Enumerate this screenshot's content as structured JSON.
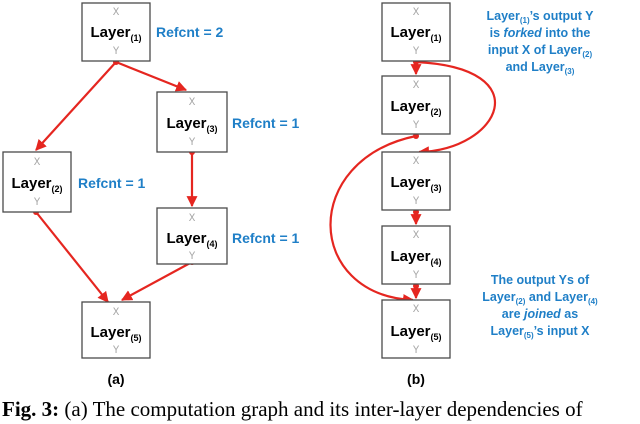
{
  "layer_word": "Layer",
  "port_in": "X",
  "port_out": "Y",
  "panel_a": {
    "label": "(a)",
    "layers": [
      {
        "sub": "(1)",
        "refcnt": "Refcnt = 2"
      },
      {
        "sub": "(2)",
        "refcnt": "Refcnt = 1"
      },
      {
        "sub": "(3)",
        "refcnt": "Refcnt = 1"
      },
      {
        "sub": "(4)",
        "refcnt": "Refcnt = 1"
      },
      {
        "sub": "(5)",
        "refcnt": ""
      }
    ]
  },
  "panel_b": {
    "label": "(b)",
    "layers": [
      {
        "sub": "(1)"
      },
      {
        "sub": "(2)"
      },
      {
        "sub": "(3)"
      },
      {
        "sub": "(4)"
      },
      {
        "sub": "(5)"
      }
    ],
    "fork_note": {
      "l1a": "Layer",
      "l1s": "(1)",
      "l1b": "’s output Y",
      "l2a": "is ",
      "l2i": "forked",
      "l2b": " into the",
      "l3a": "input X of Layer",
      "l3s": "(2)",
      "l4a": "and Layer",
      "l4s": "(3)"
    },
    "join_note": {
      "l1": "The output Ys of",
      "l2a": "Layer",
      "l2s": "(2)",
      "l2b": " and Layer",
      "l2s2": "(4)",
      "l3a": "are ",
      "l3i": "joined",
      "l3b": " as",
      "l4a": "Layer",
      "l4s": "(5)",
      "l4b": "’s input X"
    }
  },
  "caption": {
    "bold": "Fig. 3:",
    "text": " (a) The computation graph and its inter-layer dependencies of"
  },
  "colors": {
    "edge": "#e52620",
    "annotation": "#1f7fc7",
    "port_label": "#a8a8a8"
  }
}
